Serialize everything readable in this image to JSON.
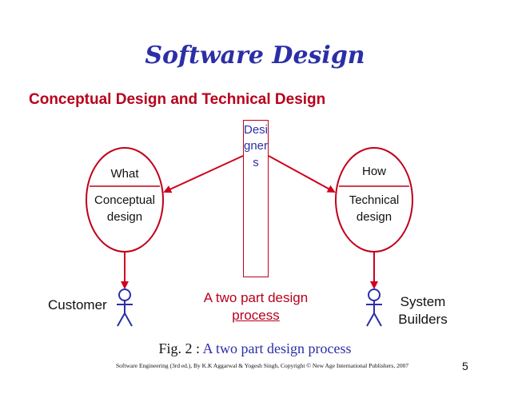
{
  "title": "Software Design",
  "subtitle": "Conceptual Design and Technical Design",
  "designers_label": "Designers",
  "left_node": {
    "question": "What",
    "name_line1": "Conceptual",
    "name_line2": "design",
    "actor_label": "Customer"
  },
  "right_node": {
    "question": "How",
    "name_line1": "Technical",
    "name_line2": "design",
    "actor_label_line1": "System",
    "actor_label_line2": "Builders"
  },
  "center_caption": {
    "line1": "A two part design",
    "line2": "process"
  },
  "figure_caption": {
    "prefix": "Fig. 2 :",
    "text": "A two part design process"
  },
  "footer": "Software Engineering (3rd ed.), By K.K Aggarwal & Yogesh Singh, Copyright © New Age International Publishers, 2007",
  "page_number": "5",
  "colors": {
    "title": "#2b2fa6",
    "accent_red": "#b8001c",
    "arrow": "#d0001e",
    "actor": "#2b2fa6"
  }
}
